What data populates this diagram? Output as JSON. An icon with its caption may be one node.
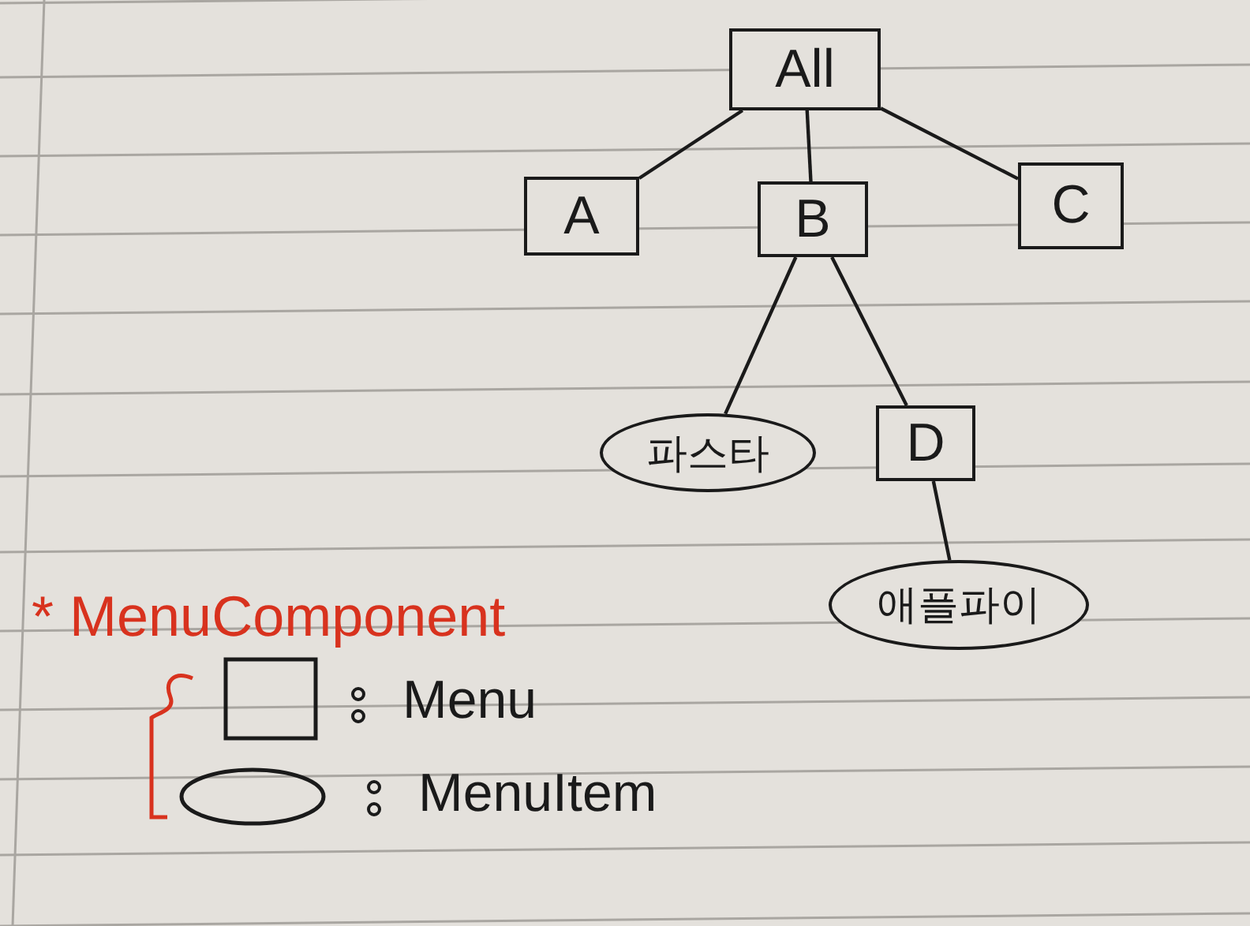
{
  "diagram": {
    "nodes": [
      {
        "text": [
          "All"
        ]
      },
      {
        "text": [
          "A"
        ]
      },
      {
        "text": [
          "B"
        ]
      },
      {
        "text": [
          "C"
        ]
      },
      {
        "text": [
          "파스타"
        ]
      },
      {
        "text": [
          "D"
        ]
      },
      {
        "text": [
          "애플파이"
        ]
      }
    ],
    "edges": [
      {
        "from": 0,
        "to": 1,
        "arrow": "none"
      },
      {
        "from": 0,
        "to": 2,
        "arrow": "none"
      },
      {
        "from": 0,
        "to": 3,
        "arrow": "none"
      },
      {
        "from": 2,
        "to": 4,
        "arrow": "none"
      },
      {
        "from": 2,
        "to": 5,
        "arrow": "none"
      },
      {
        "from": 5,
        "to": 6,
        "arrow": "none"
      }
    ],
    "labels": [
      "* MenuComponent"
    ],
    "legend": [
      {
        "text": "Menu"
      },
      {
        "text": "MenuItem"
      }
    ]
  }
}
